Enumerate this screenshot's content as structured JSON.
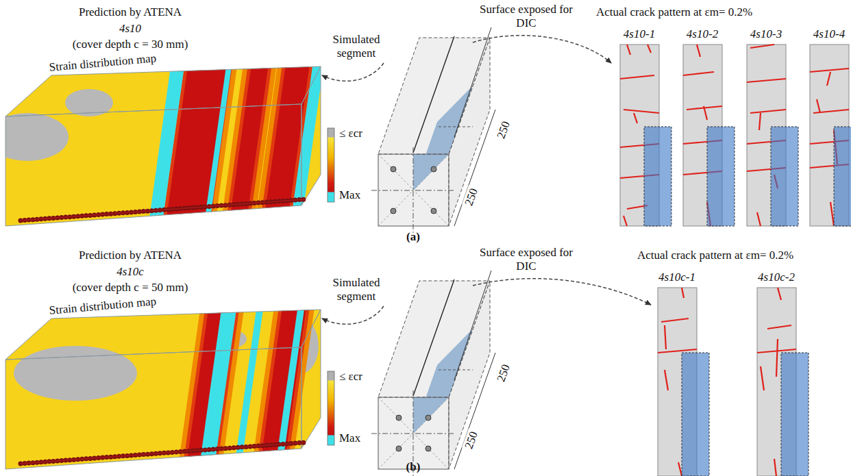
{
  "diagram": {
    "labels": [
      "Prediction by ATENA",
      "4s10",
      "(cover depth c = 30 mm)",
      "Strain distribution map",
      "Simulated segment",
      "≤ εcr",
      "Max",
      "250",
      "250",
      "(a)",
      "Surface exposed for DIC",
      "Actual crack pattern at εm= 0.2%",
      "4s10-1",
      "4s10-2",
      "4s10-3",
      "4s10-4",
      "Prediction by ATENA",
      "4s10c",
      "(cover depth c = 50 mm)",
      "Strain distribution map",
      "Simulated segment",
      "≤ εcr",
      "Max",
      "250",
      "250",
      "(b)",
      "Surface exposed for DIC",
      "Actual crack pattern at εm= 0.2%",
      "4s10c-1",
      "4s10c-2"
    ]
  }
}
